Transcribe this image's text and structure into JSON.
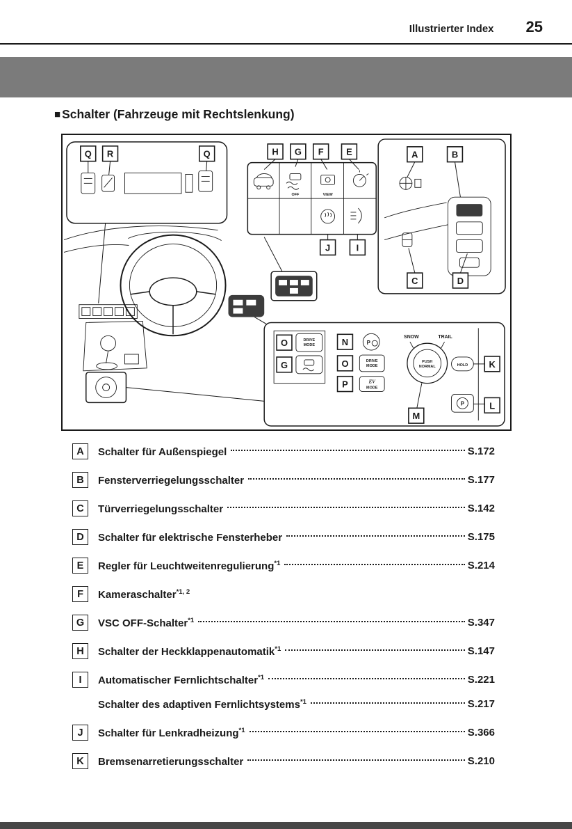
{
  "header": {
    "section": "Illustrierter Index",
    "page_number": "25"
  },
  "section": {
    "marker": "■",
    "title": "Schalter (Fahrzeuge mit Rechtslenkung)"
  },
  "colors": {
    "banner_gray": "#7b7b7b",
    "footer_gray": "#474747",
    "ink": "#1a1a1a"
  },
  "diagram": {
    "callouts": [
      "Q",
      "R",
      "Q",
      "H",
      "G",
      "F",
      "E",
      "A",
      "B",
      "J",
      "I",
      "C",
      "D",
      "O",
      "G",
      "N",
      "O",
      "P",
      "M",
      "K",
      "L"
    ],
    "labels": {
      "off": "OFF",
      "view": "VIEW",
      "drive": "DRIVE",
      "mode": "MODE",
      "ev": "EV",
      "snow": "SNOW",
      "trail": "TRAIL",
      "push": "PUSH",
      "normal": "NORMAL",
      "hold": "HOLD",
      "p": "P"
    }
  },
  "items": [
    {
      "label": "A",
      "text": "Schalter für Außenspiegel",
      "sup": "",
      "page": "S.172"
    },
    {
      "label": "B",
      "text": "Fensterverriegelungsschalter",
      "sup": "",
      "page": "S.177"
    },
    {
      "label": "C",
      "text": "Türverriegelungsschalter",
      "sup": "",
      "page": "S.142"
    },
    {
      "label": "D",
      "text": "Schalter für elektrische Fensterheber",
      "sup": "",
      "page": "S.175"
    },
    {
      "label": "E",
      "text": "Regler für Leuchtweitenregulierung",
      "sup": "*1",
      "page": "S.214"
    },
    {
      "label": "F",
      "text": "Kameraschalter",
      "sup": "*1, 2",
      "page": ""
    },
    {
      "label": "G",
      "text": "VSC OFF-Schalter",
      "sup": "*1",
      "page": "S.347"
    },
    {
      "label": "H",
      "text": "Schalter der Heckklappenautomatik",
      "sup": "*1",
      "page": "S.147"
    },
    {
      "label": "I",
      "text": "Automatischer Fernlichtschalter",
      "sup": "*1",
      "page": "S.221"
    },
    {
      "label": "",
      "text": "Schalter des adaptiven Fernlichtsystems",
      "sup": "*1",
      "page": "S.217"
    },
    {
      "label": "J",
      "text": "Schalter für Lenkradheizung",
      "sup": "*1",
      "page": "S.366"
    },
    {
      "label": "K",
      "text": "Bremsenarretierungsschalter",
      "sup": "",
      "page": "S.210"
    }
  ]
}
